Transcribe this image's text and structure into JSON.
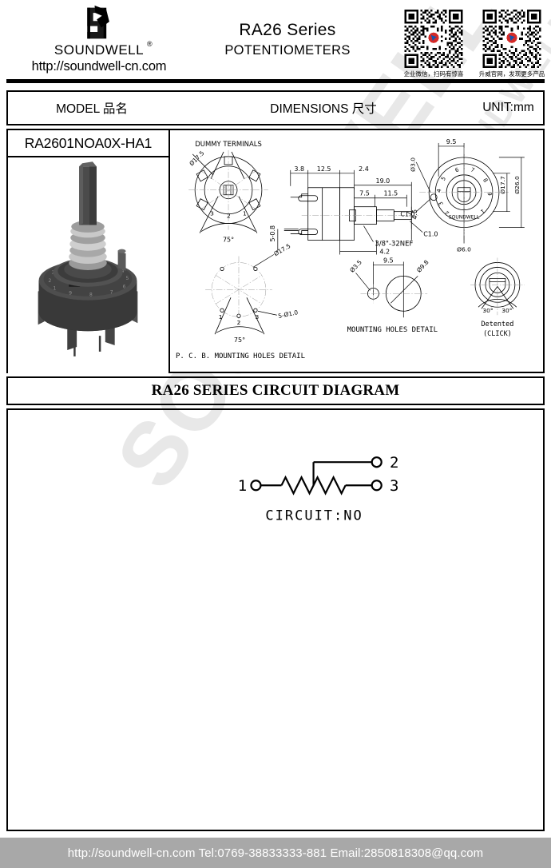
{
  "header": {
    "brand": "SOUNDWELL",
    "brand_reg": "®",
    "url": "http://soundwell-cn.com",
    "title_main": "RA26 Series",
    "title_sub": "POTENTIOMETERS",
    "logo_icon": "soundwell-logo-icon",
    "qr_codes": [
      {
        "icon": "qr-code-icon",
        "caption": "企业微信，扫码有惊喜"
      },
      {
        "icon": "qr-code-icon",
        "caption": "升威官网，发现更多产品"
      }
    ]
  },
  "table": {
    "col_model": "MODEL 品名",
    "col_dimensions": "DIMENSIONS 尺寸",
    "col_unit": "UNIT:mm",
    "model_name": "RA2601NOA0X-HA1",
    "product_photo_alt": "rotary-potentiometer-photo"
  },
  "dimensions_drawing": {
    "front_view": {
      "title": "DUMMY TERMINALS",
      "diameter": "Ø17.5",
      "angle": "75°",
      "terminals": [
        "1",
        "2",
        "3"
      ]
    },
    "side_view": {
      "dims": [
        "3.8",
        "12.5",
        "2.4",
        "19.0",
        "7.5",
        "11.5",
        "4.5",
        "4.2",
        "5-0.8"
      ],
      "chamfer": "C1.0",
      "thread": "3/8\"-32NEF"
    },
    "rear_view": {
      "dims": [
        "9.5",
        "Ø3.0",
        "Ø17.7",
        "Ø26.0",
        "Ø6.0",
        "C1.0"
      ],
      "dial_numbers": [
        "1",
        "2",
        "3",
        "4",
        "5",
        "6",
        "7",
        "8",
        "9"
      ],
      "dial_brand": "SOUNDWELL"
    },
    "pcb_detail": {
      "label": "P. C. B. MOUNTING HOLES DETAIL",
      "diameter": "Ø17.5",
      "holes": "5-Ø1.0",
      "angle": "75°",
      "pins": [
        "1",
        "2",
        "3"
      ]
    },
    "mounting_detail": {
      "label": "MOUNTING HOLES DETAIL",
      "spacing": "9.5",
      "small_hole": "Ø3.5",
      "large_hole": "Ø9.8"
    },
    "detent_detail": {
      "label_line1": "Detented",
      "label_line2": "(CLICK)",
      "angle_left": "30°",
      "angle_right": "30°"
    }
  },
  "circuit": {
    "section_title": "RA26 SERIES CIRCUIT DIAGRAM",
    "terminal_1": "1",
    "terminal_2": "2",
    "terminal_3": "3",
    "caption": "CIRCUIT:NO"
  },
  "watermark": {
    "text": "SOUNDWELL"
  },
  "footer": {
    "text": "http://soundwell-cn.com  Tel:0769-38833333-881  Email:2850818308@qq.com"
  }
}
